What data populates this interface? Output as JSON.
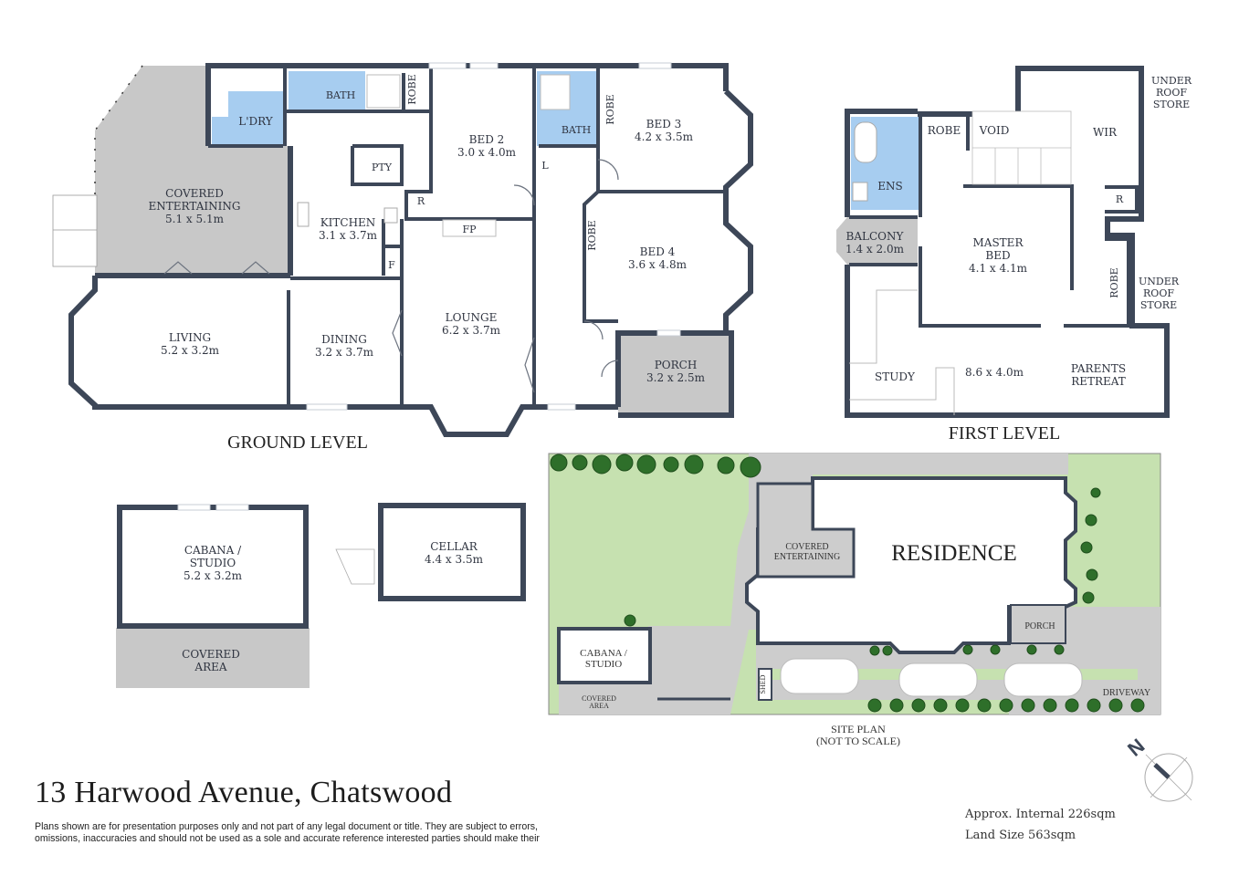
{
  "property": {
    "address": "13 Harwood Avenue, Chatswood",
    "disclaimer_line1": "Plans shown are for presentation purposes only and not part of any legal document or title. They are subject to errors,",
    "disclaimer_line2": "omissions, inaccuracies and should not be used as a sole and accurate reference interested parties should make their",
    "internal_area": "Approx. Internal 226sqm",
    "land_size": "Land Size 563sqm"
  },
  "ground_level": {
    "title": "GROUND LEVEL",
    "rooms": {
      "covered_entertaining": {
        "name1": "COVERED",
        "name2": "ENTERTAINING",
        "size": "5.1 x 5.1m"
      },
      "laundry": {
        "name": "L'DRY"
      },
      "bath1": {
        "name": "BATH"
      },
      "robe_bed2": {
        "name": "ROBE"
      },
      "pantry": {
        "name": "PTY"
      },
      "kitchen": {
        "name": "KITCHEN",
        "size": "3.1 x 3.7m"
      },
      "fridge": {
        "name": "F"
      },
      "r": {
        "name": "R"
      },
      "fireplace": {
        "name": "FP"
      },
      "bed2": {
        "name": "BED 2",
        "size": "3.0 x 4.0m"
      },
      "bath2": {
        "name": "BATH"
      },
      "linen": {
        "name": "L"
      },
      "robe_bed3": {
        "name": "ROBE"
      },
      "bed3": {
        "name": "BED 3",
        "size": "4.2 x 3.5m"
      },
      "robe_bed4": {
        "name": "ROBE"
      },
      "bed4": {
        "name": "BED 4",
        "size": "3.6 x 4.8m"
      },
      "living": {
        "name": "LIVING",
        "size": "5.2 x 3.2m"
      },
      "dining": {
        "name": "DINING",
        "size": "3.2 x 3.7m"
      },
      "lounge": {
        "name": "LOUNGE",
        "size": "6.2 x 3.7m"
      },
      "porch": {
        "name": "PORCH",
        "size": "3.2 x 2.5m"
      }
    }
  },
  "first_level": {
    "title": "FIRST LEVEL",
    "rooms": {
      "ensuite": {
        "name": "ENS"
      },
      "robe": {
        "name": "ROBE"
      },
      "void": {
        "name": "VOID"
      },
      "wir": {
        "name": "WIR"
      },
      "under_roof_store_1": {
        "name1": "UNDER",
        "name2": "ROOF",
        "name3": "STORE"
      },
      "r": {
        "name": "R"
      },
      "balcony": {
        "name": "BALCONY",
        "size": "1.4 x 2.0m"
      },
      "master_bed": {
        "name1": "MASTER",
        "name2": "BED",
        "size": "4.1 x 4.1m"
      },
      "robe_2": {
        "name": "ROBE"
      },
      "under_roof_store_2": {
        "name1": "UNDER",
        "name2": "ROOF",
        "name3": "STORE"
      },
      "study": {
        "name": "STUDY"
      },
      "retreat_size": {
        "size": "8.6 x 4.0m"
      },
      "parents_retreat": {
        "name1": "PARENTS",
        "name2": "RETREAT"
      }
    }
  },
  "outbuildings": {
    "cabana": {
      "name1": "CABANA /",
      "name2": "STUDIO",
      "size": "5.2 x 3.2m"
    },
    "covered_area": {
      "name1": "COVERED",
      "name2": "AREA"
    },
    "cellar": {
      "name": "CELLAR",
      "size": "4.4 x 3.5m"
    }
  },
  "site_plan": {
    "title1": "SITE PLAN",
    "title2": "(NOT TO SCALE)",
    "residence": "RESIDENCE",
    "covered_entertaining1": "COVERED",
    "covered_entertaining2": "ENTERTAINING",
    "cabana1": "CABANA /",
    "cabana2": "STUDIO",
    "covered_area1": "COVERED",
    "covered_area2": "AREA",
    "porch": "PORCH",
    "shed": "SHED",
    "driveway": "DRIVEWAY"
  },
  "compass": {
    "label": "N"
  },
  "colors": {
    "wall": "#3d4758",
    "wet_area": "#a7cdf0",
    "outdoor": "#c8c8c8",
    "lawn": "#c6e1b0",
    "tree": "#2e6f2a"
  }
}
